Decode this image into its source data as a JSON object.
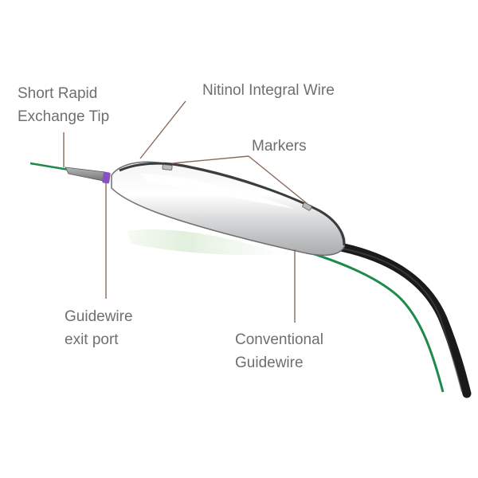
{
  "diagram": {
    "labels": {
      "short_tip": "Short Rapid\nExchange Tip",
      "nitinol_wire": "Nitinol Integral Wire",
      "markers": "Markers",
      "exit_port": "Guidewire\nexit port",
      "conventional_guidewire": "Conventional\nGuidewire"
    },
    "colors": {
      "guidewire": "#1f8a4c",
      "catheter_shaft": "#1a1a1a",
      "balloon": "#d9dadb",
      "exit_port": "#8a4fc4",
      "leader_line": "#8a6a5a",
      "label_text": "#6f6f6f"
    }
  }
}
